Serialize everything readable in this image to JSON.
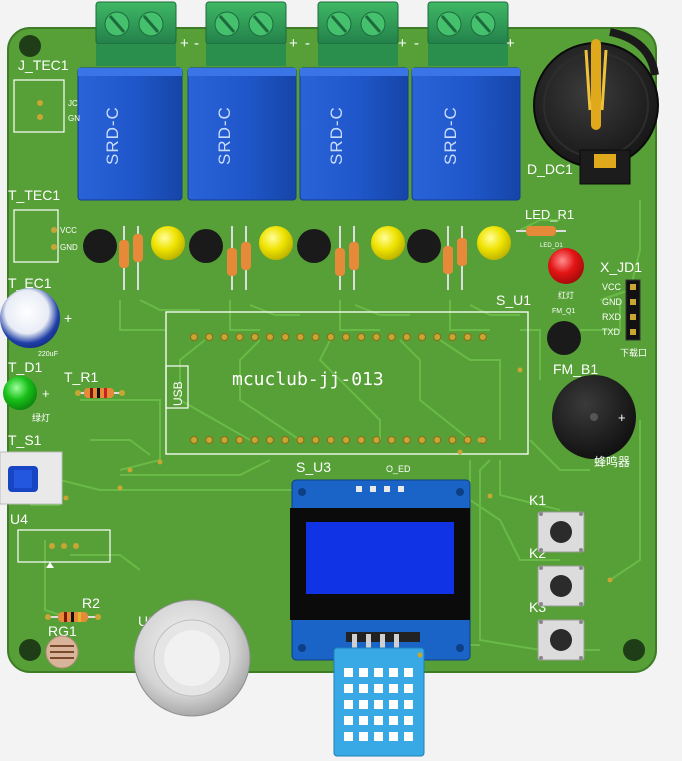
{
  "board": {
    "colors": {
      "pcb": "#56a037",
      "pcb_dark": "#3e7c27",
      "trace": "#6cbd48",
      "silk": "#ffffff",
      "relay": "#1f56c8",
      "terminal": "#2f9a52",
      "oled_screen": "#1033e6",
      "oled_pcb": "#1a64c8",
      "dht": "#39a9e6",
      "led_yellow": "#f0e400",
      "led_red": "#e51212",
      "led_green": "#18c018",
      "pad": "#c9a534"
    },
    "title": "mcuclub-jj-013",
    "usb_label": "USB",
    "relay_label": "SRD-C",
    "labels": {
      "j_tec1": "J_TEC1",
      "t_tec1": "T_TEC1",
      "t_ec1": "T_EC1",
      "t_d1": "T_D1",
      "t_r1": "T_R1",
      "t_s1": "T_S1",
      "u4": "U4",
      "r2": "R2",
      "rg1": "RG1",
      "u2": "U2",
      "s_u3": "S_U3",
      "o_ed": "O_ED",
      "s_u1": "S_U1",
      "d_dc1": "D_DC1",
      "led_r1": "LED_R1",
      "x_jd1": "X_JD1",
      "fm_b1": "FM_B1",
      "k1": "K1",
      "k2": "K2",
      "k3": "K3",
      "plus": "+",
      "minus": "-"
    },
    "pin_labels": {
      "vcc": "VCC",
      "gnd": "GND",
      "rxd": "RXD",
      "txd": "TXD",
      "jc": "JC",
      "gn": "GN"
    },
    "small_text": {
      "cap_value": "220uF",
      "led_green_label": "绿灯",
      "led_red_label": "红灯",
      "buzzer_label": "蜂鸣器",
      "serial_label": "下载口",
      "led_d1": "LED_D1",
      "fm_q1": "FM_Q1"
    }
  }
}
